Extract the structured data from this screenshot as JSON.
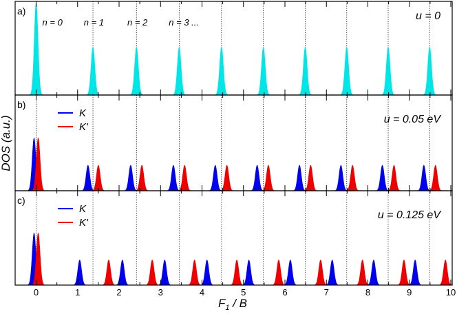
{
  "figure": {
    "ylabel": "DOS (a.u.)",
    "xlabel_main": "F",
    "xlabel_sub": "1",
    "xlabel_rest": " / B",
    "xticks": [
      "0",
      "1",
      "2",
      "3",
      "4",
      "5",
      "6",
      "7",
      "8",
      "9",
      "10"
    ]
  },
  "chart_data": [
    {
      "type": "area",
      "panel_label": "a)",
      "annotation": "u = 0",
      "level_labels": [
        "n = 0",
        "n = 1",
        "n = 2",
        "n = 3 ..."
      ],
      "xlim": [
        -0.55,
        10.0
      ],
      "dotted_lines_x": [
        0,
        1.37,
        2.42,
        3.45,
        4.47,
        5.48,
        6.49,
        7.49,
        8.49,
        9.49
      ],
      "series": [
        {
          "color": "#00e5e5",
          "peaks": [
            {
              "x": 0,
              "h": 1.0
            },
            {
              "x": 1.37,
              "h": 0.52
            },
            {
              "x": 2.42,
              "h": 0.52
            },
            {
              "x": 3.45,
              "h": 0.52
            },
            {
              "x": 4.47,
              "h": 0.52
            },
            {
              "x": 5.48,
              "h": 0.52
            },
            {
              "x": 6.49,
              "h": 0.52
            },
            {
              "x": 7.49,
              "h": 0.52
            },
            {
              "x": 8.49,
              "h": 0.52
            },
            {
              "x": 9.49,
              "h": 0.52
            }
          ]
        }
      ]
    },
    {
      "type": "area",
      "panel_label": "b)",
      "annotation": "u = 0.05 eV",
      "xlim": [
        -0.55,
        10.0
      ],
      "dotted_lines_x": [
        0,
        1.37,
        2.42,
        3.45,
        4.47,
        5.48,
        6.49,
        7.49,
        8.49,
        9.49
      ],
      "series": [
        {
          "name": "K",
          "color": "#0000ee",
          "peaks": [
            {
              "x": -0.05,
              "h": 0.56
            },
            {
              "x": 1.25,
              "h": 0.27
            },
            {
              "x": 2.28,
              "h": 0.27
            },
            {
              "x": 3.31,
              "h": 0.27
            },
            {
              "x": 4.32,
              "h": 0.27
            },
            {
              "x": 5.33,
              "h": 0.27
            },
            {
              "x": 6.35,
              "h": 0.27
            },
            {
              "x": 7.35,
              "h": 0.27
            },
            {
              "x": 8.35,
              "h": 0.27
            },
            {
              "x": 9.35,
              "h": 0.27
            }
          ]
        },
        {
          "name": "K'",
          "color": "#ee0000",
          "peaks": [
            {
              "x": 0.05,
              "h": 0.56
            },
            {
              "x": 1.5,
              "h": 0.27
            },
            {
              "x": 2.55,
              "h": 0.27
            },
            {
              "x": 3.58,
              "h": 0.27
            },
            {
              "x": 4.6,
              "h": 0.27
            },
            {
              "x": 5.6,
              "h": 0.27
            },
            {
              "x": 6.62,
              "h": 0.27
            },
            {
              "x": 7.63,
              "h": 0.27
            },
            {
              "x": 8.63,
              "h": 0.27
            },
            {
              "x": 9.63,
              "h": 0.27
            }
          ]
        }
      ]
    },
    {
      "type": "area",
      "panel_label": "c)",
      "annotation": "u = 0.125 eV",
      "xlim": [
        -0.55,
        10.0
      ],
      "dotted_lines_x": [
        0,
        1.37,
        2.42,
        3.45,
        4.47,
        5.48,
        6.49,
        7.49,
        8.49,
        9.49
      ],
      "series": [
        {
          "name": "K",
          "color": "#0000ee",
          "peaks": [
            {
              "x": -0.05,
              "h": 0.56
            },
            {
              "x": 1.05,
              "h": 0.27
            },
            {
              "x": 2.08,
              "h": 0.27
            },
            {
              "x": 3.1,
              "h": 0.27
            },
            {
              "x": 4.12,
              "h": 0.27
            },
            {
              "x": 5.13,
              "h": 0.27
            },
            {
              "x": 6.13,
              "h": 0.27
            },
            {
              "x": 7.14,
              "h": 0.27
            },
            {
              "x": 8.14,
              "h": 0.27
            },
            {
              "x": 9.14,
              "h": 0.27
            }
          ]
        },
        {
          "name": "K'",
          "color": "#ee0000",
          "peaks": [
            {
              "x": 0.05,
              "h": 0.56
            },
            {
              "x": 1.75,
              "h": 0.27
            },
            {
              "x": 2.8,
              "h": 0.27
            },
            {
              "x": 3.82,
              "h": 0.27
            },
            {
              "x": 4.84,
              "h": 0.27
            },
            {
              "x": 5.85,
              "h": 0.27
            },
            {
              "x": 6.86,
              "h": 0.27
            },
            {
              "x": 7.87,
              "h": 0.27
            },
            {
              "x": 8.87,
              "h": 0.27
            },
            {
              "x": 9.87,
              "h": 0.27
            }
          ]
        }
      ]
    }
  ]
}
